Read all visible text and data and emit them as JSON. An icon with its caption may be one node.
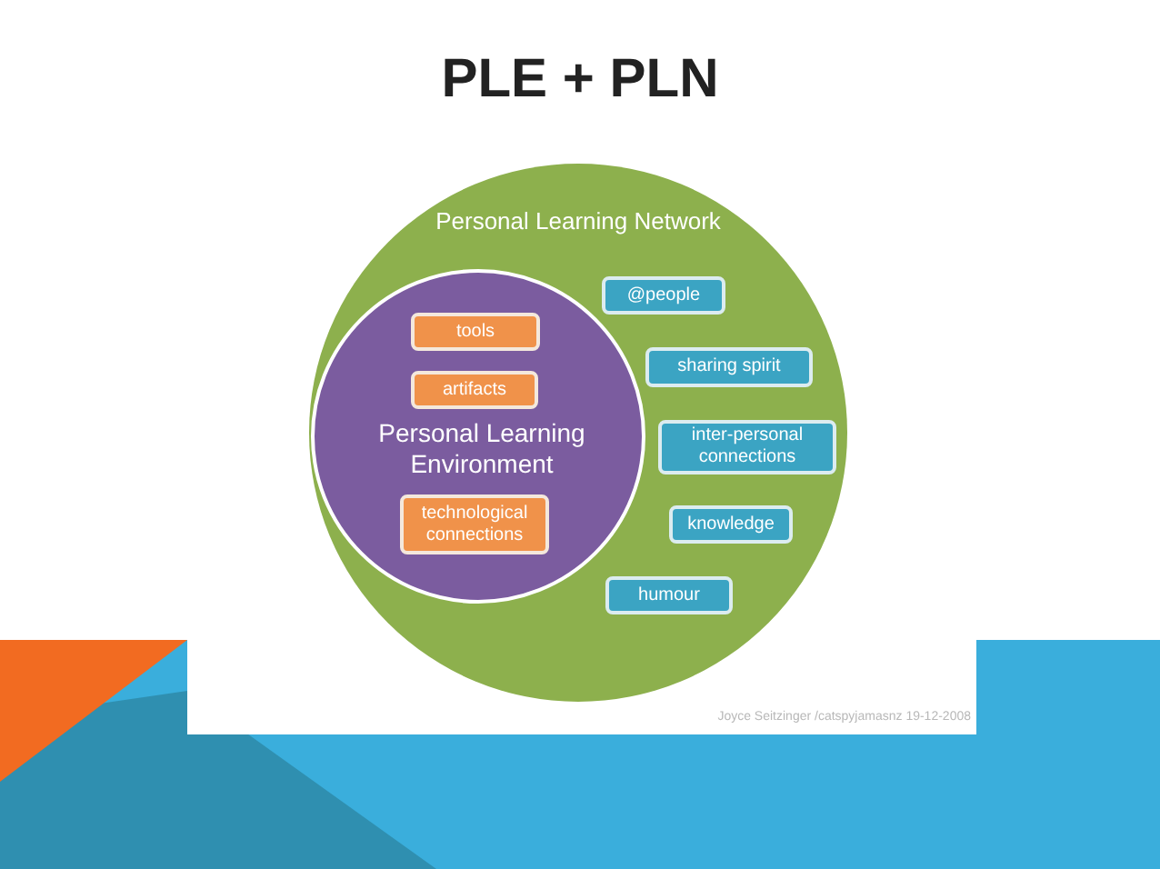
{
  "diagram": {
    "title": "PLE + PLN",
    "nodes": [
      {
        "text": [
          "Personal Learning Network"
        ]
      },
      {
        "text": [
          "Personal Learning Environment"
        ],
        "in": 0
      },
      {
        "text": [
          "tools"
        ],
        "in": 1
      },
      {
        "text": [
          "artifacts"
        ],
        "in": 1
      },
      {
        "text": [
          "technological connections"
        ],
        "in": 1
      },
      {
        "text": [
          "@people"
        ],
        "in": 0
      },
      {
        "text": [
          "sharing spirit"
        ],
        "in": 0
      },
      {
        "text": [
          "inter-personal connections"
        ],
        "in": 0
      },
      {
        "text": [
          "knowledge"
        ],
        "in": 0
      },
      {
        "text": [
          "humour"
        ],
        "in": 0
      }
    ],
    "labels": [
      "Joyce Seitzinger /catspyjamasnz 19-12-2008"
    ]
  }
}
